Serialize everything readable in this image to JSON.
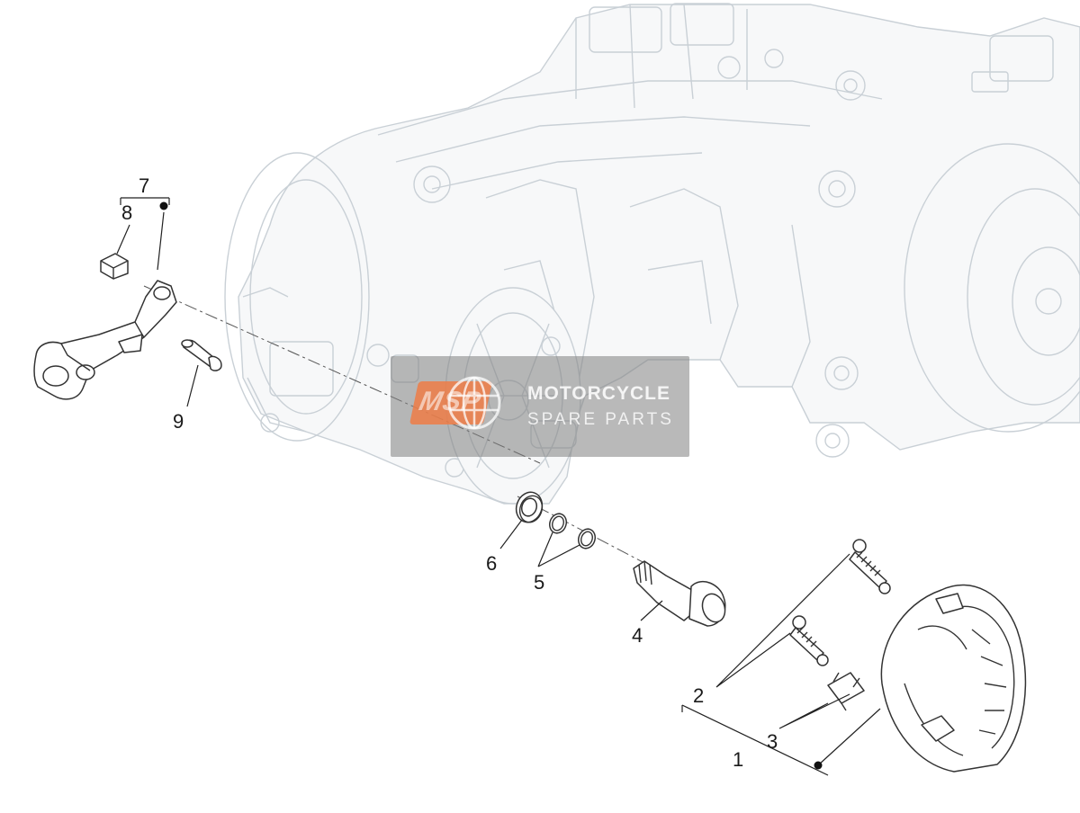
{
  "diagram": {
    "callouts": {
      "c1": "1",
      "c2": "2",
      "c3": "3",
      "c4": "4",
      "c5": "5",
      "c6": "6",
      "c7": "7",
      "c8": "8",
      "c9": "9"
    }
  },
  "watermark": {
    "badge": "MSP",
    "line1": "MOTORCYCLE",
    "line2": "SPARE PARTS"
  },
  "colors": {
    "engine_outline": "#c9d0d6",
    "part_outline": "#333333",
    "watermark_gray": "#808080",
    "watermark_orange": "#ee7d46"
  }
}
